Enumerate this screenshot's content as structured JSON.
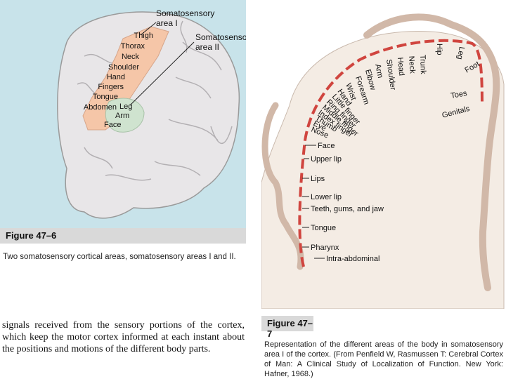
{
  "figure_left": {
    "labels": {
      "area1": [
        "Somatosensory",
        "area I"
      ],
      "area2": [
        "Somatosensory",
        "area II"
      ],
      "body_parts": [
        "Thigh",
        "Thorax",
        "Neck",
        "Shoulder",
        "Hand",
        "Fingers",
        "Tongue",
        "Abdomen",
        "Leg",
        "Arm",
        "Face"
      ]
    },
    "number": "Figure 47–6",
    "caption": "Two somatosensory cortical areas, somatosensory areas I and II."
  },
  "body_text": "signals received from the sensory portions of the cortex, which keep the motor cortex informed at each instant about the positions and motions of the different body parts.",
  "figure_right": {
    "rotated_labels": [
      "Hand",
      "Little finger",
      "Ring finger",
      "Middle finger",
      "Index finger",
      "Thumb",
      "Eye",
      "Nose",
      "Wrist",
      "Forearm",
      "Elbow",
      "Arm",
      "Shoulder",
      "Head",
      "Neck",
      "Trunk",
      "Hip",
      "Leg",
      "Foot",
      "Toes",
      "Genitals"
    ],
    "straight_labels": [
      "Face",
      "Upper lip",
      "Lips",
      "Lower lip",
      "Teeth, gums, and jaw",
      "Tongue",
      "Pharynx",
      "Intra-abdominal"
    ],
    "number": "Figure 47–7",
    "caption": "Representation of the different areas of the body in somatosensory area I of the cortex. (From Penfield W, Rasmussen T: Cerebral Cortex of Man: A Clinical Study of Localization of Function. New York: Hafner, 1968.)"
  },
  "colors": {
    "left_background": "#c8e3ea",
    "brain": "#e8e6e8",
    "area1_fill": "#f5c6a8",
    "area2_fill": "#cfe3cf",
    "dashed_line": "#d0453f",
    "caption_bar": "#d9d9d9"
  }
}
